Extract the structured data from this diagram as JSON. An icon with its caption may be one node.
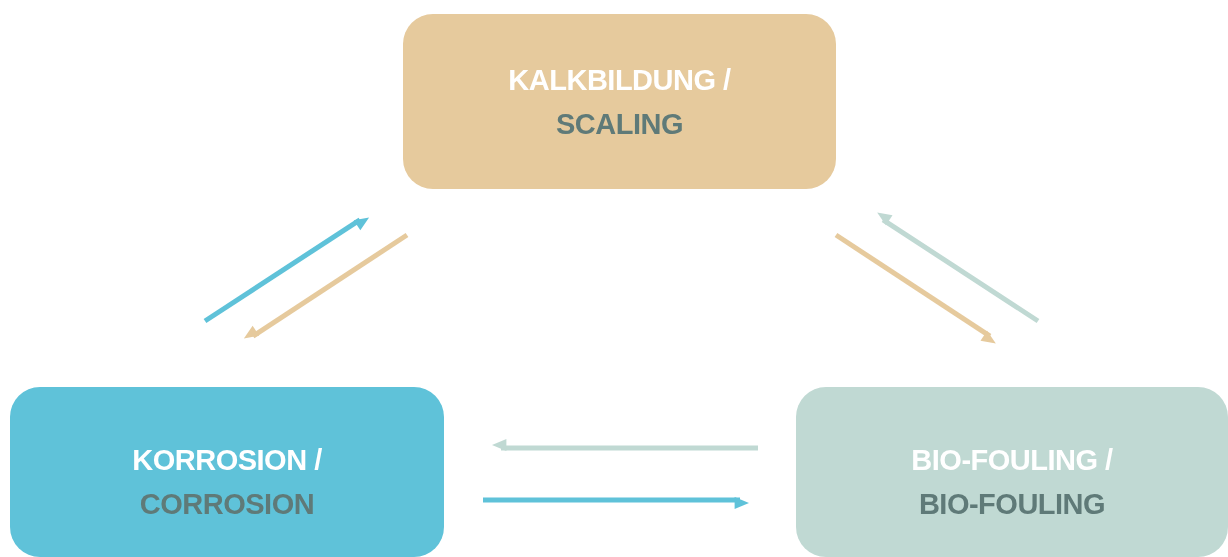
{
  "diagram": {
    "nodes": [
      {
        "text": [
          "KALKBILDUNG /",
          "SCALING"
        ]
      },
      {
        "text": [
          "KORROSION /",
          "CORROSION"
        ]
      },
      {
        "text": [
          "BIO-FOULING /",
          "BIO-FOULING"
        ]
      }
    ],
    "edges": [
      {
        "from": 1,
        "to": 0,
        "arrow": "to",
        "color": "#5fc2d9"
      },
      {
        "from": 0,
        "to": 1,
        "arrow": "to",
        "color": "#e6ca9d"
      },
      {
        "from": 0,
        "to": 2,
        "arrow": "to",
        "color": "#e6ca9d"
      },
      {
        "from": 2,
        "to": 0,
        "arrow": "to",
        "color": "#c0d9d3"
      },
      {
        "from": 2,
        "to": 1,
        "arrow": "to",
        "color": "#c0d9d3"
      },
      {
        "from": 1,
        "to": 2,
        "arrow": "to",
        "color": "#5fc2d9"
      }
    ]
  }
}
